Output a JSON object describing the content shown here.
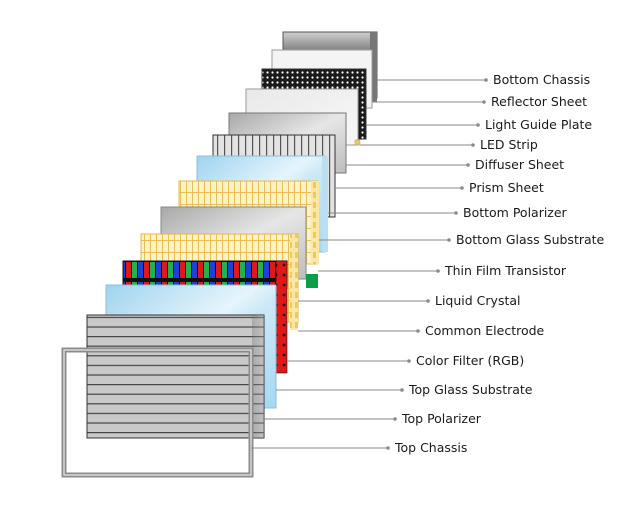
{
  "labels": {
    "bottom_chassis": "Bottom Chassis",
    "reflector_sheet": "Reflector Sheet",
    "light_guide_plate": "Light Guide Plate",
    "led_strip": "LED Strip",
    "diffuser_sheet": "Diffuser Sheet",
    "prism_sheet": "Prism Sheet",
    "bottom_polarizer": "Bottom Polarizer",
    "bottom_glass_substrate": "Bottom Glass Substrate",
    "thin_film_transistor": "Thin Film Transistor",
    "liquid_crystal": "Liquid Crystal",
    "common_electrode": "Common Electrode",
    "color_filter": "Color Filter (RGB)",
    "top_glass_substrate": "Top Glass Substrate",
    "top_polarizer": "Top Polarizer",
    "top_chassis": "Top Chassis"
  },
  "colors": {
    "leader": "#8a8a8a",
    "glass_blue": "#bfe3f5",
    "prism_yellow": "#f3d98a",
    "tft_green": "#0a9e4a",
    "rgb_red": "#e01818",
    "rgb_green": "#22b14c",
    "rgb_blue": "#2040d8"
  }
}
